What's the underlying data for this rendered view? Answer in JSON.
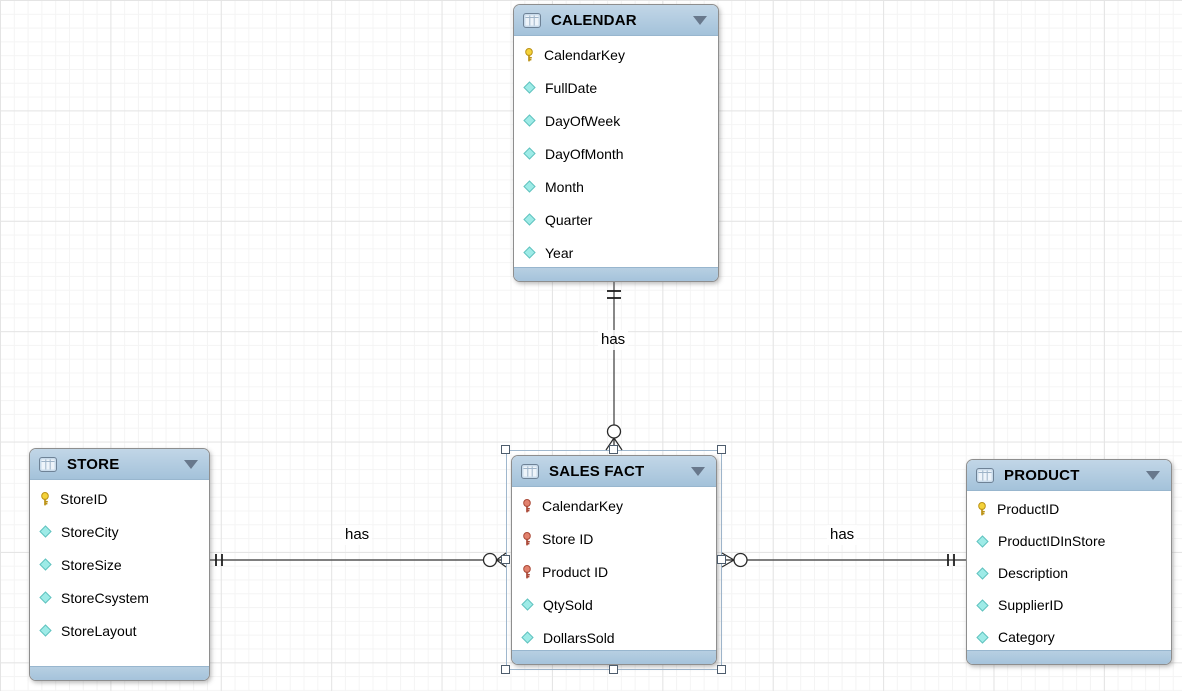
{
  "tables": [
    {
      "name": "CALENDAR",
      "selected": false,
      "fields": [
        {
          "name": "CalendarKey",
          "icon": "primary-key-icon"
        },
        {
          "name": "FullDate",
          "icon": "column-icon"
        },
        {
          "name": "DayOfWeek",
          "icon": "column-icon"
        },
        {
          "name": "DayOfMonth",
          "icon": "column-icon"
        },
        {
          "name": "Month",
          "icon": "column-icon"
        },
        {
          "name": "Quarter",
          "icon": "column-icon"
        },
        {
          "name": "Year",
          "icon": "column-icon"
        }
      ]
    },
    {
      "name": "STORE",
      "selected": false,
      "fields": [
        {
          "name": "StoreID",
          "icon": "primary-key-icon"
        },
        {
          "name": "StoreCity",
          "icon": "column-icon"
        },
        {
          "name": "StoreSize",
          "icon": "column-icon"
        },
        {
          "name": "StoreCsystem",
          "icon": "column-icon"
        },
        {
          "name": "StoreLayout",
          "icon": "column-icon"
        }
      ]
    },
    {
      "name": "SALES FACT",
      "selected": true,
      "fields": [
        {
          "name": "CalendarKey",
          "icon": "foreign-key-icon"
        },
        {
          "name": "Store ID",
          "icon": "foreign-key-icon"
        },
        {
          "name": "Product ID",
          "icon": "foreign-key-icon"
        },
        {
          "name": "QtySold",
          "icon": "column-icon"
        },
        {
          "name": "DollarsSold",
          "icon": "column-icon"
        }
      ]
    },
    {
      "name": "PRODUCT",
      "selected": false,
      "fields": [
        {
          "name": "ProductID",
          "icon": "primary-key-icon"
        },
        {
          "name": "ProductIDInStore",
          "icon": "column-icon"
        },
        {
          "name": "Description",
          "icon": "column-icon"
        },
        {
          "name": "SupplierID",
          "icon": "column-icon"
        },
        {
          "name": "Category",
          "icon": "column-icon"
        }
      ]
    }
  ],
  "connectors": [
    {
      "label": "has",
      "from": "CALENDAR",
      "to": "SALES FACT",
      "from_end": "one-and-only-one",
      "to_end": "zero-or-many"
    },
    {
      "label": "has",
      "from": "STORE",
      "to": "SALES FACT",
      "from_end": "one-and-only-one",
      "to_end": "zero-or-many"
    },
    {
      "label": "has",
      "from": "PRODUCT",
      "to": "SALES FACT",
      "from_end": "one-and-only-one",
      "to_end": "zero-or-many"
    }
  ],
  "icons": {
    "table_header": "table-icon",
    "collapse": "chevron-down-icon",
    "primary_key": "key-icon-yellow",
    "foreign_key": "key-icon-red",
    "attribute": "diamond-icon"
  },
  "colors": {
    "table_header": "#abc7de",
    "table_footer": "#a9c6dc",
    "table_border": "#8e8e8e",
    "selection_frame": "#9fb7cd",
    "primary_key": "#f4d23a",
    "foreign_key": "#e2826e",
    "attribute": "#9eebe7",
    "connector_line": "#555555",
    "grid_major": "#e4e4e4",
    "grid_minor": "#f4f4f4",
    "label_text": "#000000"
  }
}
